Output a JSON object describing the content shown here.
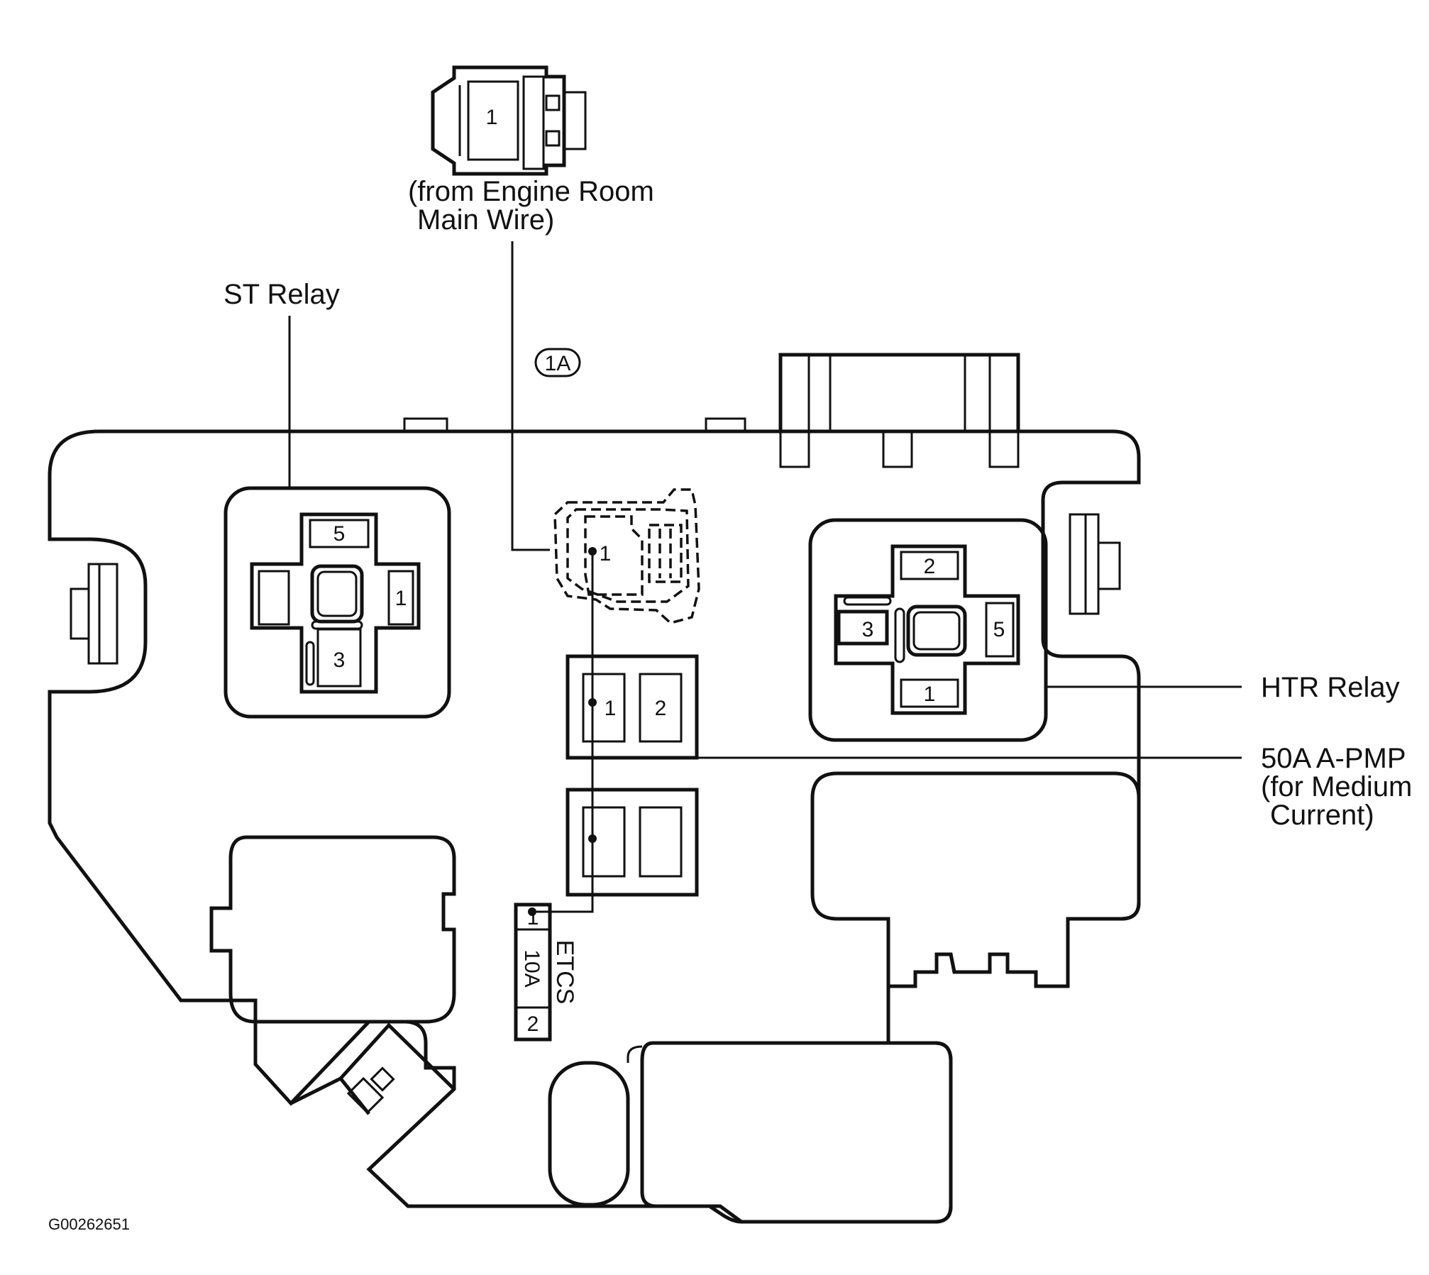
{
  "labels": {
    "connector_source_line1": "(from Engine Room",
    "connector_source_line2": "Main Wire)",
    "st_relay": "ST Relay",
    "htr_relay": "HTR Relay",
    "apmp_line1": "50A A-PMP",
    "apmp_line2": "(for Medium",
    "apmp_line3": "Current)",
    "connector_code": "1A",
    "etcs": "ETCS",
    "etcs_rating": "10A",
    "figure_id": "G00262651"
  },
  "pins": {
    "top_connector": "1",
    "st_relay_top": "5",
    "st_relay_right": "1",
    "st_relay_bottom": "3",
    "htr_relay_top": "2",
    "htr_relay_left": "3",
    "htr_relay_right": "5",
    "htr_relay_bottom": "1",
    "connector_1a": "1",
    "apmp_left": "1",
    "apmp_right": "2",
    "etcs_top": "1",
    "etcs_bottom": "2"
  },
  "colors": {
    "ink": "#111111",
    "background": "#ffffff"
  }
}
